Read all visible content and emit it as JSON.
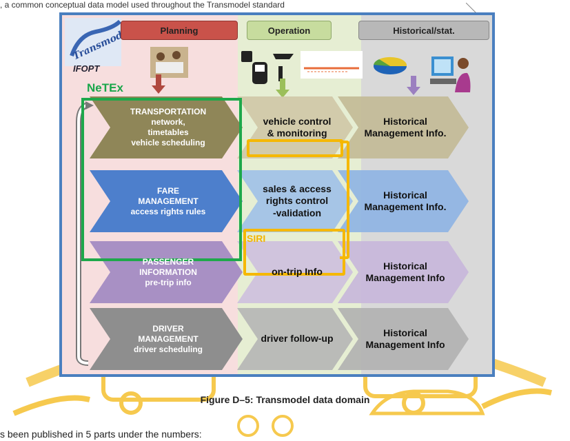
{
  "header": {
    "top_text": ", a common conceptual data model used throughout the Transmodel standard"
  },
  "diagram": {
    "logo_text": "Transmodel",
    "ifopt_label": "IFOPT",
    "netex_label": "NeTEx",
    "siri_label": "SIRI",
    "tabs": [
      "Planning",
      "Operation",
      "Historical/stat."
    ],
    "rows": [
      {
        "planning": [
          "TRANSPORTATION",
          "network,",
          "timetables",
          "vehicle scheduling"
        ],
        "operation": [
          "vehicle control",
          "& monitoring"
        ],
        "historical": [
          "Historical",
          "Management Info."
        ],
        "color": "#8f8658",
        "op_color": "#cfc7a6",
        "hist_color": "#c2b995"
      },
      {
        "planning": [
          "FARE",
          "MANAGEMENT",
          "access rights rules"
        ],
        "operation": [
          "sales & access",
          "rights control",
          "-validation"
        ],
        "historical": [
          "Historical",
          "Management Info."
        ],
        "color": "#4d7fcc",
        "op_color": "#9fc0e8",
        "hist_color": "#8db2e3"
      },
      {
        "planning": [
          "PASSENGER",
          "INFORMATION",
          "pre-trip info"
        ],
        "operation": [
          "on-trip Info"
        ],
        "historical": [
          "Historical",
          "Management Info"
        ],
        "color": "#a890c4",
        "op_color": "#cdbfde",
        "hist_color": "#c6b6da"
      },
      {
        "planning": [
          "DRIVER",
          "MANAGEMENT",
          "driver scheduling"
        ],
        "operation": [
          "driver follow-up"
        ],
        "historical": [
          "Historical",
          "Management Info"
        ],
        "color": "#8e8e8e",
        "op_color": "#b5b5b5",
        "hist_color": "#b0b0b0"
      }
    ]
  },
  "caption": "Figure D–5: Transmodel data domain",
  "footer": {
    "text": "s been published in 5 parts under the numbers:"
  }
}
